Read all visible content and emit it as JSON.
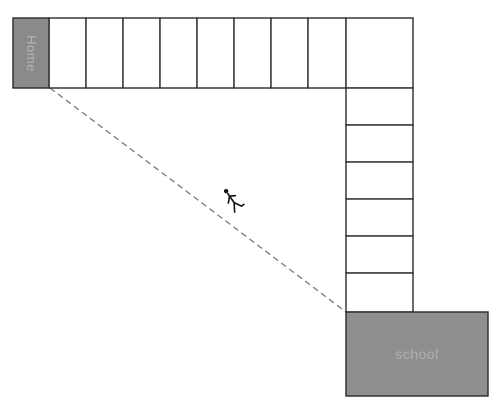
{
  "home": {
    "label": "Home",
    "fill": "#8a8a8a"
  },
  "school": {
    "label": "school",
    "fill": "#8f8f8f"
  },
  "colors": {
    "grid_stroke": "#2a2a2a",
    "dashed_path": "#7a7a7a",
    "walker": "#111111"
  },
  "icons": {
    "walker": "walking-person-icon"
  },
  "sidewalk": {
    "horizontal_squares": 8,
    "vertical_squares": 6
  }
}
